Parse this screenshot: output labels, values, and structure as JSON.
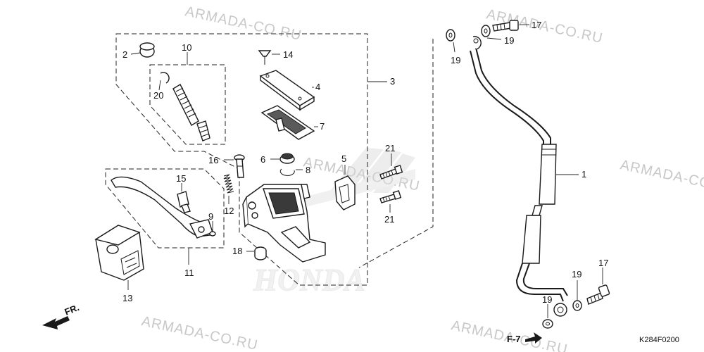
{
  "watermarks": [
    "ARMADA-CO.RU",
    "ARMADA-CO.RU",
    "ARMADA-CO.RU",
    "ARMADA-CO.RU",
    "ARMADA-CO.RU",
    "ARMADA-CO.RU"
  ],
  "brand_mark": "HONDA",
  "callouts": {
    "hose": "1",
    "cap": "2",
    "master_cyl": "3",
    "cover": "4",
    "holder": "5",
    "plate": "6",
    "diaphragm": "7",
    "cup": "8",
    "nut9": "9",
    "rod": "10",
    "lever": "11",
    "spring": "12",
    "cover13": "13",
    "screw14": "14",
    "pivot15": "15",
    "bolt16": "16",
    "bolt17_top": "17",
    "bolt17_bottom": "17",
    "cap18": "18",
    "washer19_top_a": "19",
    "washer19_top_b": "19",
    "washer19_bot_a": "19",
    "washer19_bot_b": "19",
    "clip20": "20",
    "bolt21_a": "21",
    "bolt21_b": "21"
  },
  "direction_label": "FR.",
  "ref_label": "F-7",
  "figure_code": "K284F0200"
}
